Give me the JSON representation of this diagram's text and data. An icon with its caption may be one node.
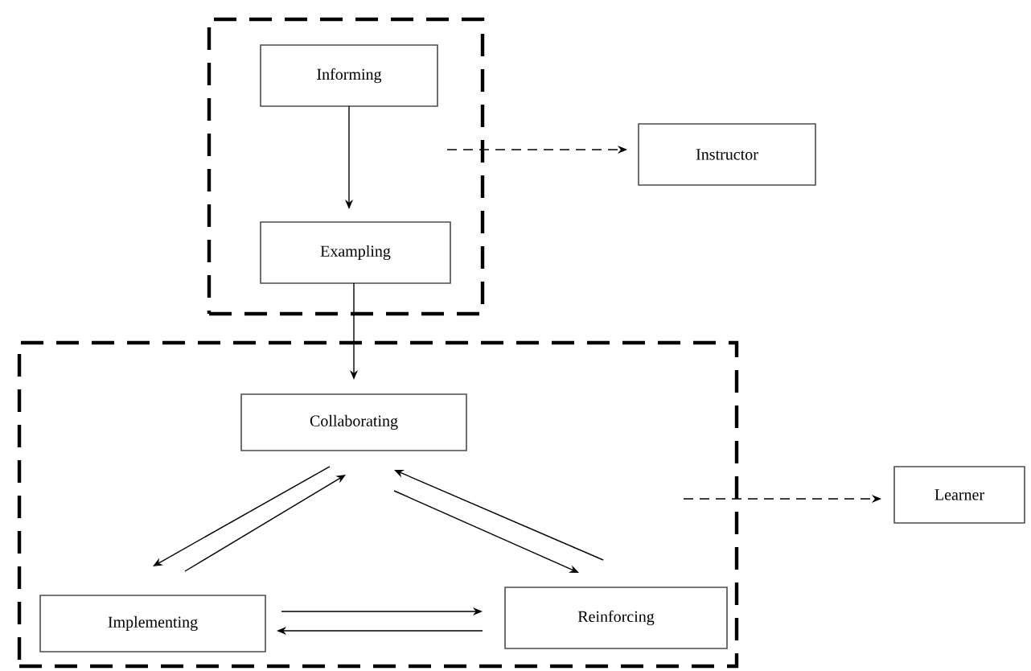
{
  "diagram": {
    "nodes": [
      {
        "text": [],
        "shape": "box"
      },
      {
        "text": [
          "Informing"
        ],
        "in": 0
      },
      {
        "text": [
          "Exampling"
        ],
        "in": 0
      },
      {
        "text": [
          "Instructor"
        ]
      },
      {
        "text": [],
        "shape": "box"
      },
      {
        "text": [
          "Collaborating"
        ],
        "in": 4
      },
      {
        "text": [
          "Implementing"
        ],
        "in": 4
      },
      {
        "text": [
          "Reinforcing"
        ],
        "in": 4
      },
      {
        "text": [
          "Learner"
        ]
      }
    ],
    "edges": [
      {
        "from": 1,
        "to": 2,
        "arrow": "to"
      },
      {
        "from": 0,
        "to": 3,
        "arrow": "to",
        "style": "dashed"
      },
      {
        "from": 2,
        "to": 5,
        "arrow": "to"
      },
      {
        "from": 4,
        "to": 8,
        "arrow": "to",
        "style": "dashed"
      },
      {
        "from": 5,
        "to": 6,
        "arrow": "to"
      },
      {
        "from": 6,
        "to": 5,
        "arrow": "to"
      },
      {
        "from": 5,
        "to": 7,
        "arrow": "to"
      },
      {
        "from": 7,
        "to": 5,
        "arrow": "to"
      },
      {
        "from": 6,
        "to": 7,
        "arrow": "to"
      },
      {
        "from": 7,
        "to": 6,
        "arrow": "to"
      }
    ]
  }
}
